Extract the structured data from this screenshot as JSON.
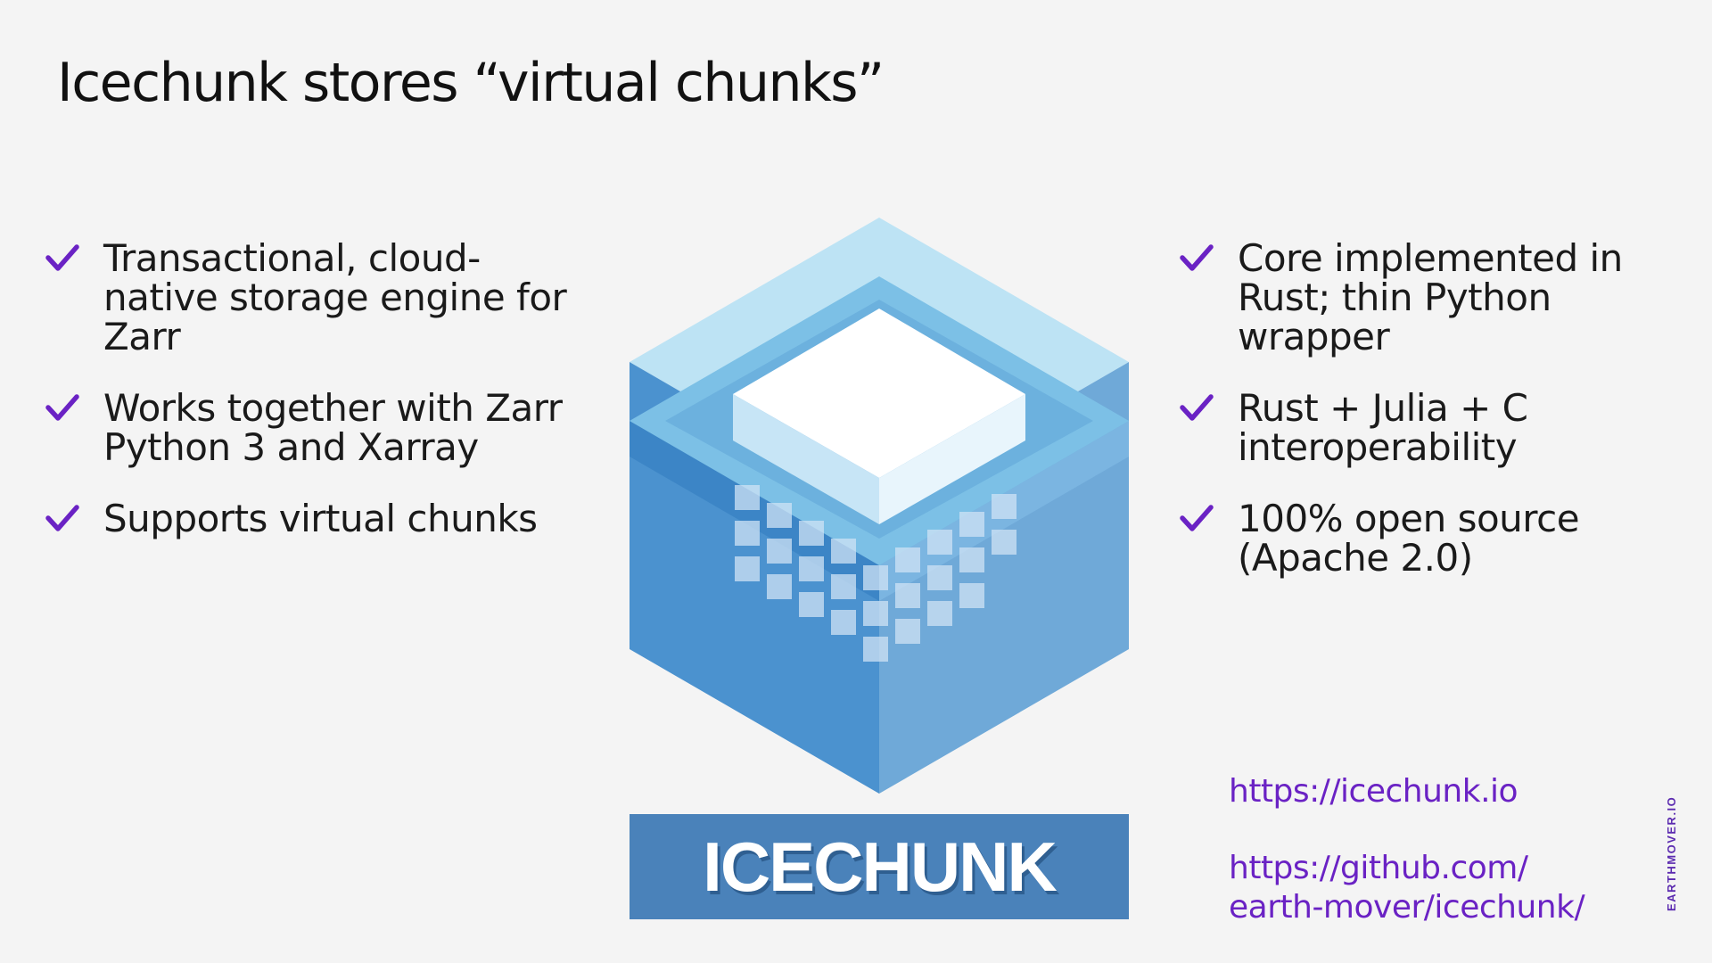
{
  "slide": {
    "title": "Icechunk stores “virtual chunks”"
  },
  "left_points": [
    {
      "text": "Transactional, cloud-native storage engine for Zarr"
    },
    {
      "text": "Works together with Zarr Python 3 and Xarray"
    },
    {
      "text": "Supports virtual chunks"
    }
  ],
  "right_points": [
    {
      "text": "Core implemented in Rust; thin Python wrapper"
    },
    {
      "text": "Rust + Julia + C interoperability"
    },
    {
      "text": "100% open source (Apache 2.0)"
    }
  ],
  "logo": {
    "wordmark": "ICECHUNK",
    "colors": {
      "banner": "#4a82ba",
      "light": "#bde3f4",
      "mid": "#7cc0e6",
      "dark": "#3e86c4"
    }
  },
  "links": {
    "site": "https://icechunk.io",
    "github_line1": "https://github.com/",
    "github_line2": "earth-mover/icechunk/"
  },
  "brand": {
    "text": "EARTHMOVER.IO"
  },
  "colors": {
    "accent": "#6a22c4",
    "background": "#f4f4f4",
    "text": "#1a1a1a"
  },
  "icons": {
    "bullet": "checkmark-icon"
  }
}
